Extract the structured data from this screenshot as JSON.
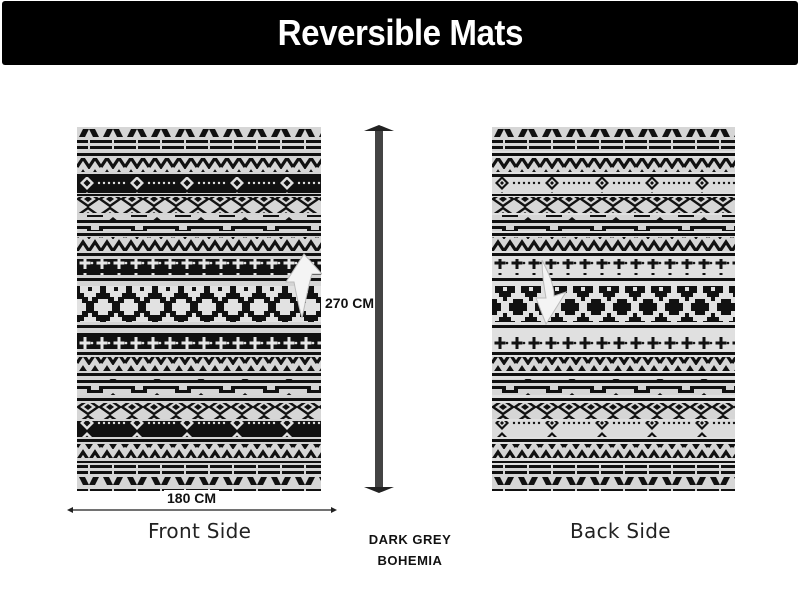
{
  "header": {
    "title": "Reversible Mats"
  },
  "product": {
    "color_line1": "DARK GREY",
    "color_line2": "BOHEMIA",
    "pattern_colors": {
      "dark": "#111111",
      "light": "#d8d8d8"
    }
  },
  "dimensions": {
    "width_label": "180 CM",
    "height_label": "270 CM"
  },
  "sides": {
    "front": {
      "label": "Front Side",
      "icon": "flip-arrow-up-icon"
    },
    "back": {
      "label": "Back Side",
      "icon": "flip-arrow-down-icon"
    }
  }
}
